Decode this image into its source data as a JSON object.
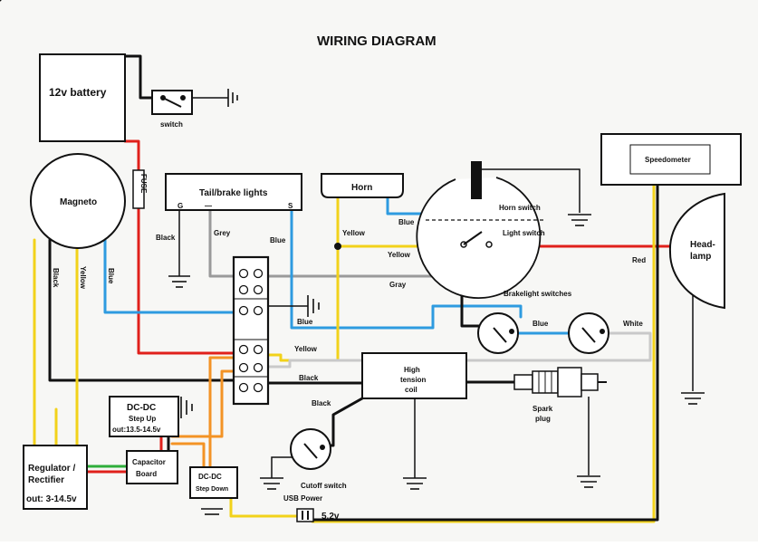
{
  "title": "WIRING DIAGRAM",
  "components": {
    "battery": "12v battery",
    "switch": "switch",
    "fuse": "FUSE",
    "magneto": "Magneto",
    "tail_brake_lights": "Tail/brake lights",
    "tail_g": "G",
    "tail_dash": "—",
    "tail_s": "S",
    "horn": "Horn",
    "horn_switch": "Horn switch",
    "light_switch": "Light switch",
    "speedometer": "Speedometer",
    "headlamp_line1": "Head-",
    "headlamp_line2": "lamp",
    "brakelight_switches": "Brakelight switches",
    "ht_coil_line1": "High",
    "ht_coil_line2": "tension",
    "ht_coil_line3": "coil",
    "spark_plug_line1": "Spark",
    "spark_plug_line2": "plug",
    "cutoff_switch": "Cutoff switch",
    "regulator_line1": "Regulator /",
    "regulator_line2": "Rectifier",
    "regulator_line3": "out: 3-14.5v",
    "capacitor_line1": "Capacitor",
    "capacitor_line2": "Board",
    "stepup_line1": "DC-DC",
    "stepup_line2": "Step Up",
    "stepup_line3": "out:13.5-14.5v",
    "stepdown_line1": "DC-DC",
    "stepdown_line2": "Step Down",
    "usb_power": "USB Power",
    "usb_voltage": "5.2v"
  },
  "wire_labels": {
    "black_tail": "Black",
    "grey_tail": "Grey",
    "blue_tail": "Blue",
    "blue_horn": "Blue",
    "yellow_horn": "Yellow",
    "yellow_light": "Yellow",
    "red_headlamp": "Red",
    "gray_main": "Gray",
    "blue_main": "Blue",
    "blue_brake": "Blue",
    "white_brake": "White",
    "yellow_main": "Yellow",
    "black_main": "Black",
    "black_coil": "Black",
    "black_magneto": "Black",
    "yellow_magneto": "Yellow",
    "blue_magneto": "Blue"
  },
  "wire_colors": {
    "black": "#111111",
    "red": "#e0201b",
    "yellow": "#f2d21a",
    "blue": "#2e9be0",
    "gray": "#9a9a9a",
    "orange": "#f39325",
    "green": "#2fae3a"
  }
}
